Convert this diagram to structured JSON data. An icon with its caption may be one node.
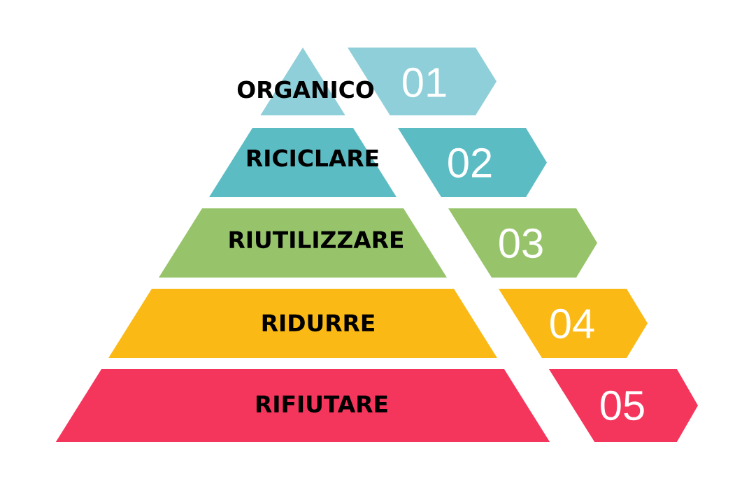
{
  "diagram": {
    "nodes": [
      {
        "text": [
          "ORGANICO"
        ]
      },
      {
        "text": [
          "01"
        ]
      },
      {
        "text": [
          "RICICLARE"
        ]
      },
      {
        "text": [
          "02"
        ]
      },
      {
        "text": [
          "RIUTILIZZARE"
        ]
      },
      {
        "text": [
          "03"
        ]
      },
      {
        "text": [
          "RIDURRE"
        ]
      },
      {
        "text": [
          "04"
        ]
      },
      {
        "text": [
          "RIFIUTARE"
        ]
      },
      {
        "text": [
          "05"
        ]
      }
    ]
  }
}
